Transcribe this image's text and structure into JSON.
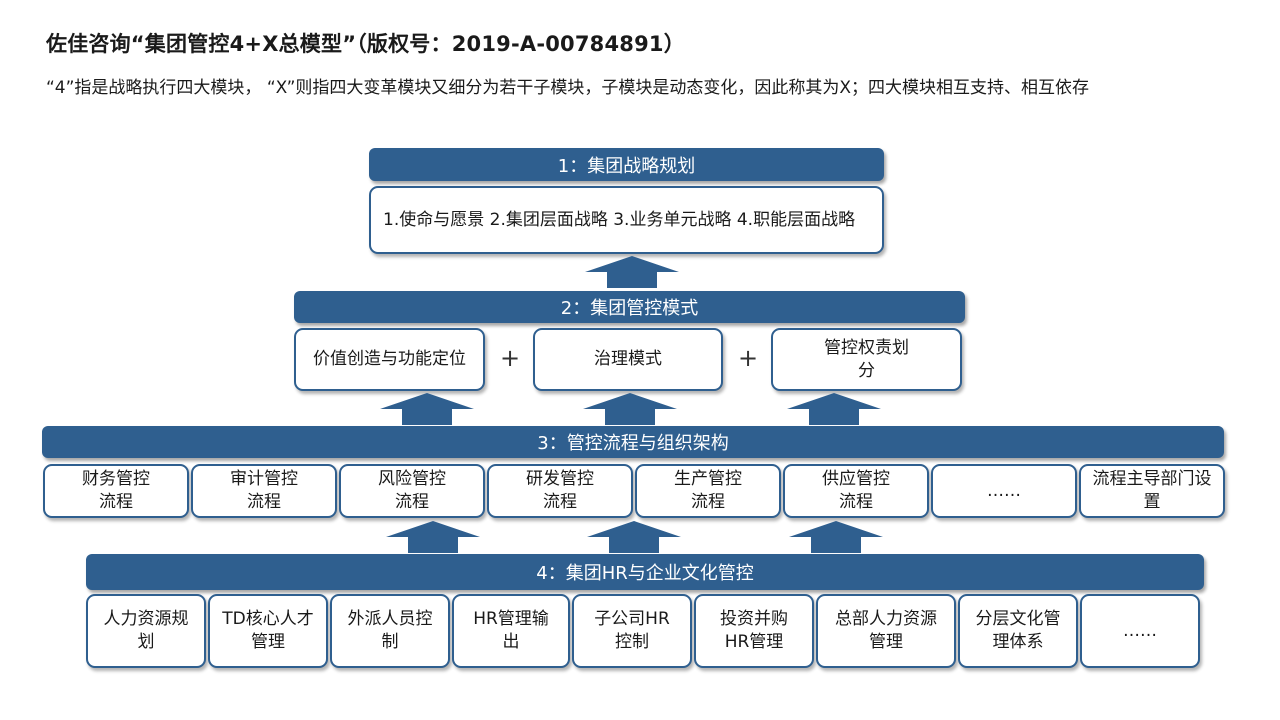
{
  "title": "佐佳咨询“集团管控4+X总模型”（版权号：2019-A-00784891）",
  "intro": "“4”指是战略执行四大模块，  “X”则指四大变革模块又细分为若干子模块，子模块是动态变化，因此称其为X；四大模块相互支持、相互依存",
  "level1": {
    "header": "1：集团战略规划",
    "content": "1.使命与愿景   2.集团层面战略  3.业务单元战略   4.职能层面战略"
  },
  "level2": {
    "header": "2：集团管控模式",
    "items": [
      "价值创造与功能定位",
      "治理模式",
      "管控权责划分"
    ],
    "plus": "+"
  },
  "level3": {
    "header": "3：管控流程与组织架构",
    "items": [
      "财务管控流程",
      "审计管控流程",
      "风险管控流程",
      "研发管控流程",
      "生产管控流程",
      "供应管控流程",
      "……",
      "流程主导部门设置"
    ]
  },
  "level4": {
    "header": "4：集团HR与企业文化管控",
    "items": [
      "人力资源规划",
      "TD核心人才管理",
      "外派人员控制",
      "HR管理输出",
      "子公司HR控制",
      "投资并购HR管理",
      "总部人力资源管理",
      "分层文化管理体系",
      "……"
    ]
  },
  "colors": {
    "primary": "#2f5f8f",
    "text": "#1a1a1a"
  }
}
